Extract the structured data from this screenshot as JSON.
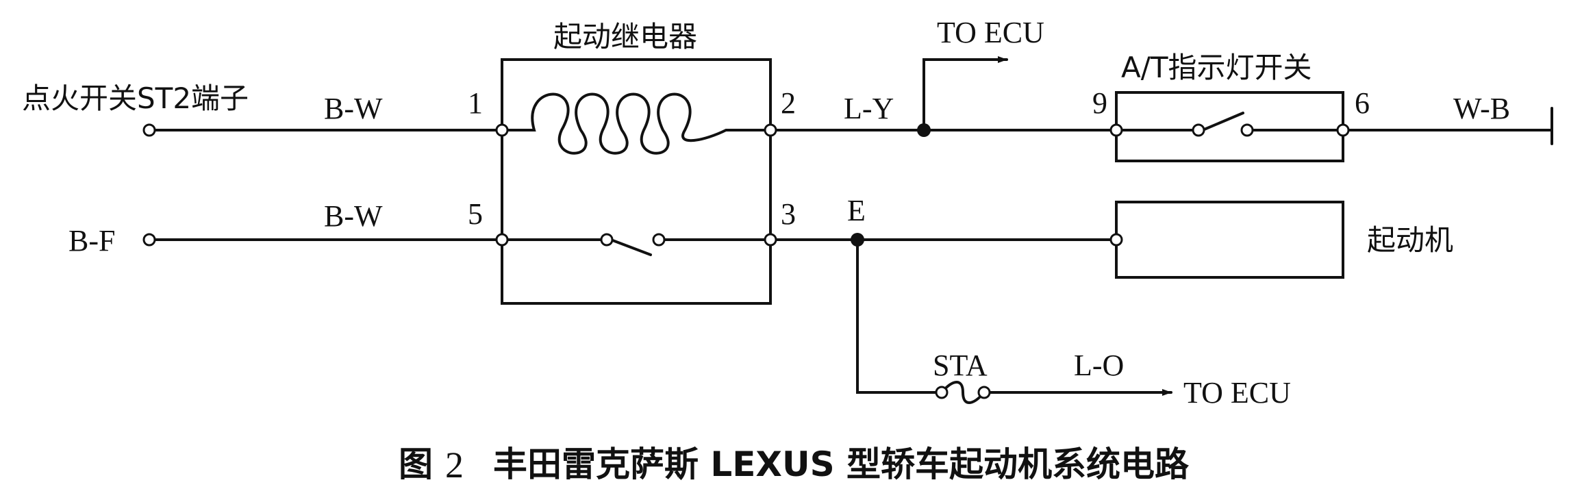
{
  "labels": {
    "ignition_switch": "点火开关ST2端子",
    "bf": "B-F",
    "bw_top": "B-W",
    "bw_bottom": "B-W",
    "pin1": "1",
    "pin5": "5",
    "pin2": "2",
    "pin3": "3",
    "relay_title": "起动继电器",
    "to_ecu_top": "TO ECU",
    "ly": "L-Y",
    "at_switch": "A/T指示灯开关",
    "pin9": "9",
    "pin6": "6",
    "wb": "W-B",
    "e": "E",
    "starter": "起动机",
    "sta": "STA",
    "lo": "L-O",
    "to_ecu_bottom": "TO ECU"
  },
  "caption": {
    "prefix": "图",
    "number": "2",
    "text": "丰田雷克萨斯 LEXUS 型轿车起动机系统电路"
  }
}
